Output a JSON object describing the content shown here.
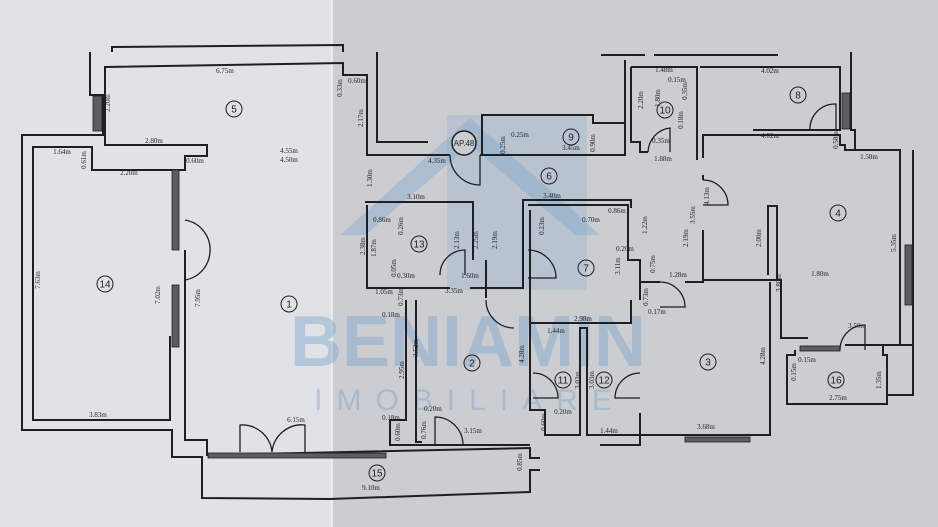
{
  "plan": {
    "apartment_badge": "AP.48",
    "watermark": {
      "brand": "BENIAMIN",
      "subtitle": "IMOBILIARE",
      "color": "#7fa6cc"
    },
    "rooms": [
      "1",
      "2",
      "3",
      "4",
      "5",
      "6",
      "7",
      "8",
      "9",
      "10",
      "11",
      "12",
      "13",
      "14",
      "15",
      "16"
    ],
    "dimensions": [
      "6.75m",
      "2.20m",
      "2.80m",
      "1.64m",
      "0.61m",
      "2.20m",
      "0.60m",
      "4.55m",
      "4.50m",
      "0.33m",
      "0.60m",
      "2.17m",
      "4.35m",
      "1.30m",
      "3.10m",
      "0.86m",
      "0.26m",
      "2.38m",
      "1.87m",
      "2.13m",
      "2.25m",
      "0.05m",
      "0.30m",
      "1.05m",
      "0.73m",
      "0.18m",
      "3.35m",
      "1.60m",
      "2.19m",
      "3.40m",
      "0.23m",
      "0.70m",
      "0.86m",
      "1.22m",
      "0.20m",
      "3.11m",
      "0.75m",
      "1.28m",
      "2.19m",
      "3.55m",
      "4.13m",
      "1.88m",
      "3.45m",
      "0.25m",
      "0.25m",
      "0.90m",
      "1.48m",
      "0.15m",
      "0.35m",
      "2.20m",
      "1.80m",
      "0.18m",
      "0.35m",
      "4.02m",
      "4.02m",
      "0.58m",
      "1.58m",
      "5.35m",
      "2.00m",
      "1.80m",
      "3.80m",
      "3.50m",
      "0.15m",
      "0.15m",
      "1.35m",
      "2.75m",
      "4.28m",
      "3.68m",
      "0.73m",
      "0.17m",
      "2.98m",
      "1.44m",
      "4.28m",
      "3.03m",
      "3.03m",
      "0.20m",
      "0.60m",
      "1.44m",
      "7.02m",
      "7.95m",
      "7.63m",
      "3.83m",
      "6.15m",
      "3.52m",
      "2.95m",
      "0.18m",
      "0.20m",
      "0.60m",
      "0.76m",
      "3.15m",
      "9.10m",
      "0.85m"
    ]
  }
}
